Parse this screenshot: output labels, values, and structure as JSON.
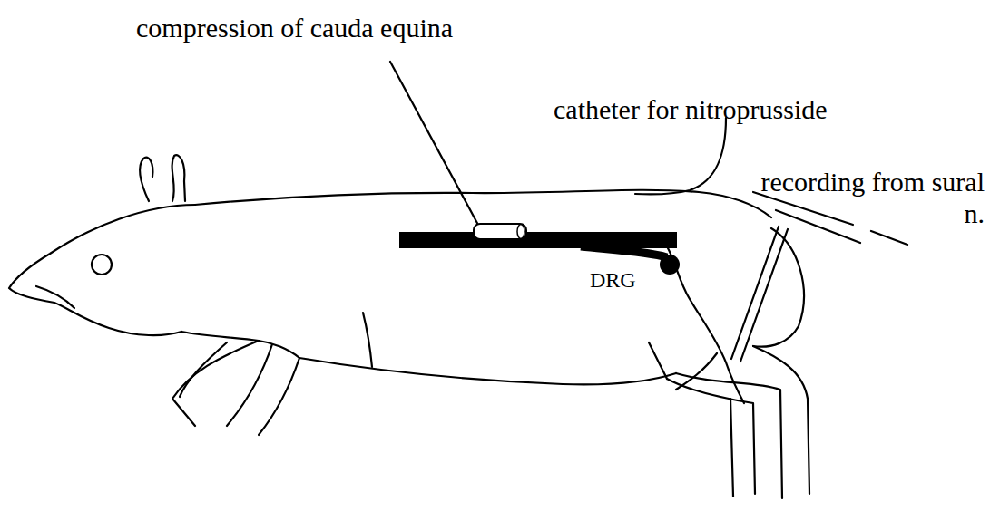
{
  "diagram": {
    "labels": [
      "compression of cauda equina",
      "catheter for nitroprusside",
      "recording from sural n.",
      "DRG"
    ]
  }
}
